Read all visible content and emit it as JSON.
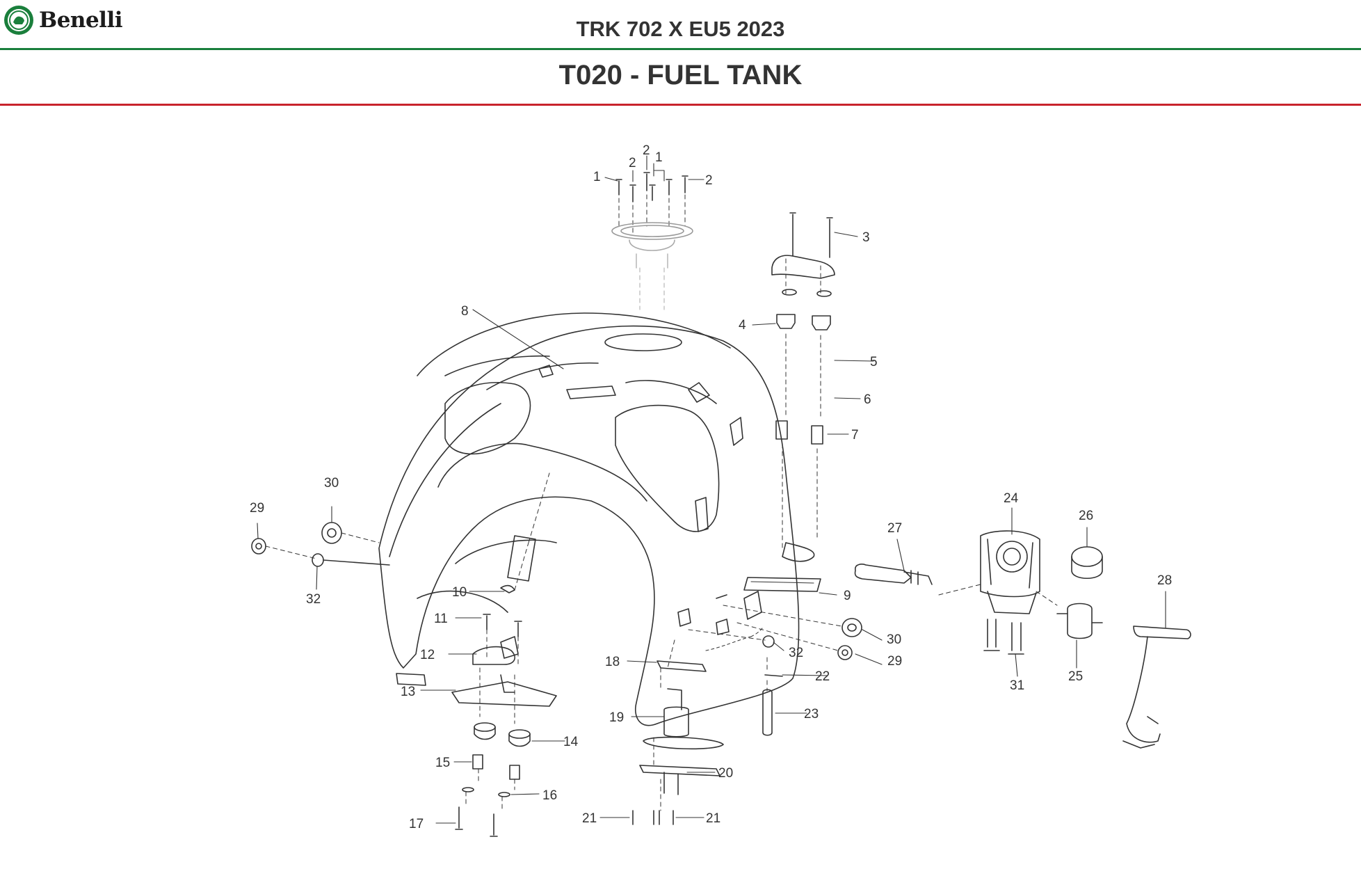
{
  "header": {
    "brand": "Benelli",
    "model": "TRK 702 X EU5 2023",
    "section": "T020 - FUEL TANK"
  },
  "colors": {
    "brand_green": "#1a7f3c",
    "accent_red": "#c8232c",
    "line": "#333333"
  },
  "callouts": [
    {
      "id": "c1a",
      "text": "1"
    },
    {
      "id": "c2a",
      "text": "2"
    },
    {
      "id": "c2b",
      "text": "2"
    },
    {
      "id": "c1b",
      "text": "1"
    },
    {
      "id": "c2c",
      "text": "2"
    },
    {
      "id": "c3",
      "text": "3"
    },
    {
      "id": "c4",
      "text": "4"
    },
    {
      "id": "c5",
      "text": "5"
    },
    {
      "id": "c6",
      "text": "6"
    },
    {
      "id": "c7",
      "text": "7"
    },
    {
      "id": "c8",
      "text": "8"
    },
    {
      "id": "c9",
      "text": "9"
    },
    {
      "id": "c10",
      "text": "10"
    },
    {
      "id": "c11",
      "text": "11"
    },
    {
      "id": "c12",
      "text": "12"
    },
    {
      "id": "c13",
      "text": "13"
    },
    {
      "id": "c14",
      "text": "14"
    },
    {
      "id": "c15",
      "text": "15"
    },
    {
      "id": "c16",
      "text": "16"
    },
    {
      "id": "c17",
      "text": "17"
    },
    {
      "id": "c18",
      "text": "18"
    },
    {
      "id": "c19",
      "text": "19"
    },
    {
      "id": "c20",
      "text": "20"
    },
    {
      "id": "c21a",
      "text": "21"
    },
    {
      "id": "c21b",
      "text": "21"
    },
    {
      "id": "c22",
      "text": "22"
    },
    {
      "id": "c23",
      "text": "23"
    },
    {
      "id": "c24",
      "text": "24"
    },
    {
      "id": "c25",
      "text": "25"
    },
    {
      "id": "c26",
      "text": "26"
    },
    {
      "id": "c27",
      "text": "27"
    },
    {
      "id": "c28",
      "text": "28"
    },
    {
      "id": "c29a",
      "text": "29"
    },
    {
      "id": "c29b",
      "text": "29"
    },
    {
      "id": "c30a",
      "text": "30"
    },
    {
      "id": "c30b",
      "text": "30"
    },
    {
      "id": "c31",
      "text": "31"
    },
    {
      "id": "c32a",
      "text": "32"
    },
    {
      "id": "c32b",
      "text": "32"
    }
  ]
}
